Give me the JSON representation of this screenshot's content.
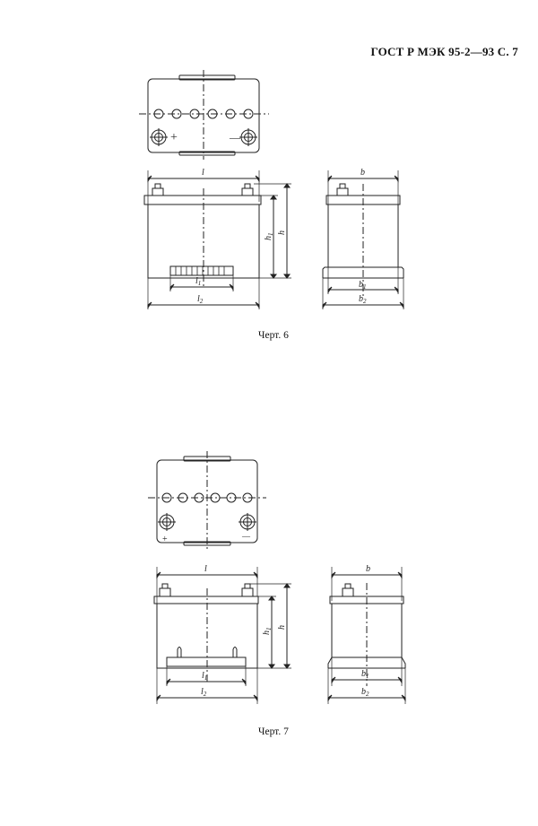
{
  "header": {
    "title": "ГОСТ Р МЭК 95-2—93 С. 7"
  },
  "figures": [
    {
      "caption": "Черт. 6",
      "labels": {
        "l": "l",
        "l1": "l",
        "l1_sub": "1",
        "l2": "l",
        "l2_sub": "2",
        "h": "h",
        "h1": "h",
        "h1_sub": "1",
        "b": "b",
        "b1": "b",
        "b1_sub": "1",
        "b2": "b",
        "b2_sub": "2",
        "plus": "+",
        "minus": "—"
      }
    },
    {
      "caption": "Черт. 7",
      "labels": {
        "l": "l",
        "l1": "l",
        "l1_sub": "1",
        "l2": "l",
        "l2_sub": "2",
        "h": "h",
        "h1": "h",
        "h1_sub": "1",
        "b": "b",
        "b1": "b",
        "b1_sub": "1",
        "b2": "b",
        "b2_sub": "2",
        "plus": "+",
        "minus": "—"
      }
    }
  ]
}
